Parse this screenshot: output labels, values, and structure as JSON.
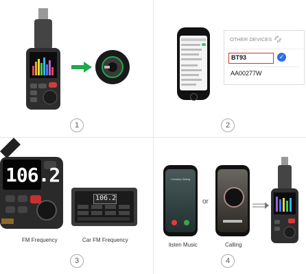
{
  "steps": [
    "1",
    "2",
    "3",
    "4"
  ],
  "panel2": {
    "header": "OTHER DEVICES",
    "devices": [
      "BT93",
      "AA00277W"
    ]
  },
  "panel3": {
    "device_display": "106.2",
    "car_display": "106.2",
    "caption_left": "FM Frequency",
    "caption_right": "Car FM Frequency"
  },
  "panel4": {
    "or_text": "or",
    "caption_left": "listen Music",
    "caption_right": "Calling",
    "caller_name": "Christian Zillwig"
  },
  "colors": {
    "accent_arrow": "#1fa84d",
    "check": "#2f6fe0",
    "highlight": "#c0392b"
  }
}
